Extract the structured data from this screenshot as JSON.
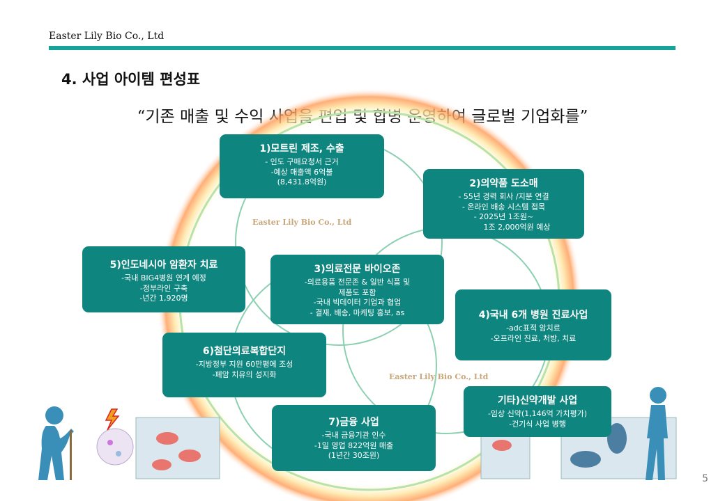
{
  "header": {
    "company": "Easter Lily Bio Co., Ltd"
  },
  "title": "4. 사업 아이템 편성표",
  "quote": "“기존 매출 및 수익 사업을 편입 및 합병 운영하여 글로벌 기업화를”",
  "watermarks": [
    "Easter Lily Bio Co., Ltd",
    "Easter Lily Bio Co., Ltd"
  ],
  "boxes": [
    {
      "title": "1)모트린 제조, 수출",
      "lines": [
        "- 인도 구매요청서 근거",
        "-예상 매출액 6억불",
        "(8,431.8억원)"
      ]
    },
    {
      "title": "2)의약품 도소매",
      "lines": [
        "-  55년 경력 회사 /지분 연결",
        "-  온라인 배송 시스템 접목",
        "-    2025년 1조원~",
        "1조 2,000억원 예상"
      ]
    },
    {
      "title": "3)의료전문 바이오존",
      "lines": [
        "-의료용품 전문존 & 일반 식품 및",
        "제품도 포함",
        "-국내 빅데이터 기업과 협업",
        "- 결재, 배송, 마케팅 홍보, as"
      ]
    },
    {
      "title": "4)국내 6개 병원 진료사업",
      "lines": [
        "-adc표적 암치료",
        "-오프라인 진료, 처방, 치료"
      ]
    },
    {
      "title": "5)인도네시아 암환자 치료",
      "lines": [
        "-국내 BIG4병원 연계 예정",
        "-정부라인 구축",
        "-년간 1,920명"
      ]
    },
    {
      "title": "6)첨단의료복합단지",
      "lines": [
        "-지방정부 지원 60만평에 조성",
        "-폐암 치유의 성지화"
      ]
    },
    {
      "title": "7)금융 사업",
      "lines": [
        "-국내 금융기관 인수",
        "-1일 영업 822억원 매출",
        "(1년간 30조원)"
      ]
    },
    {
      "title": "기타)신약개발 사업",
      "lines": [
        "-임상 신약(1,146억 가치평가)",
        "-건기식 사업 병행"
      ]
    }
  ],
  "page_number": "5",
  "colors": {
    "accent": "#17a39a",
    "box": "#0e857e"
  }
}
